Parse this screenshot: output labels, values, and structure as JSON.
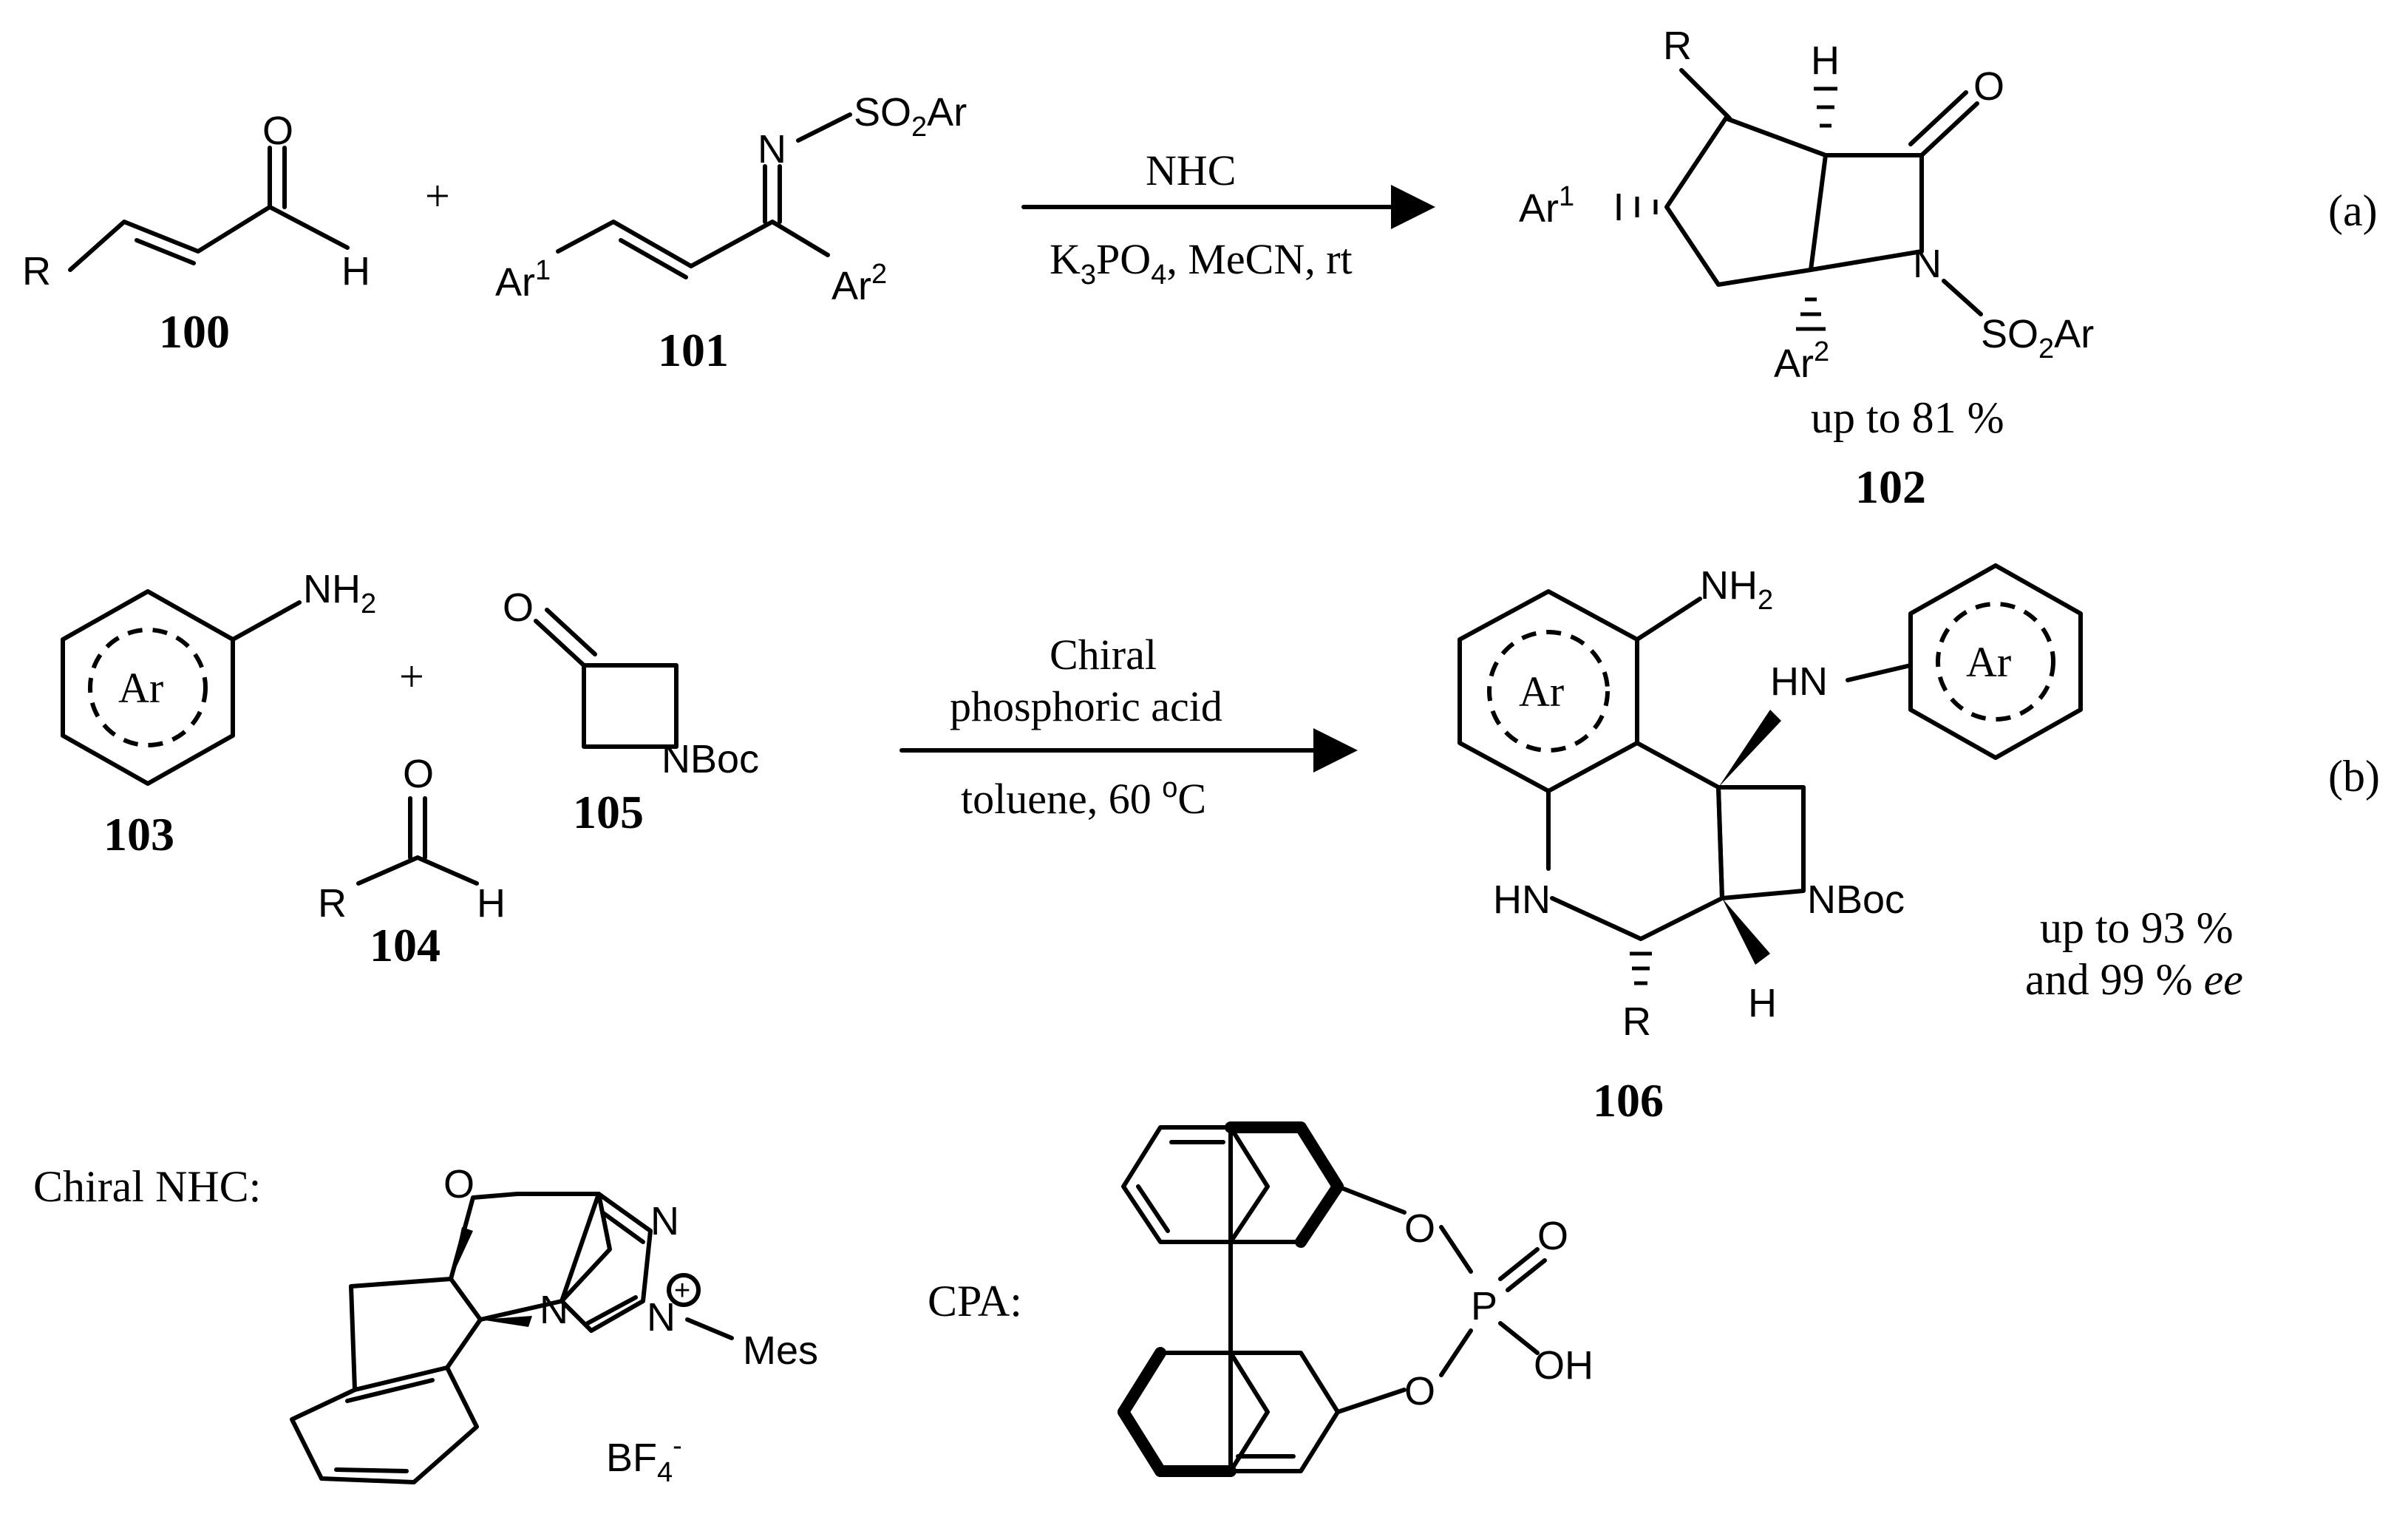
{
  "reaction_a": {
    "reactant_1": {
      "label": "100",
      "atoms": {
        "r": "R",
        "o": "O",
        "h": "H"
      }
    },
    "plus": "+",
    "reactant_2": {
      "label": "101",
      "atoms": {
        "n": "N",
        "so2ar": "SO",
        "so2ar_sub": "2",
        "so2ar_tail": "Ar",
        "ar1": "Ar",
        "ar1_sup": "1",
        "ar2": "Ar",
        "ar2_sup": "2"
      }
    },
    "arrow_above": "NHC",
    "arrow_below": "K",
    "arrow_below_sub1": "3",
    "arrow_below_mid": "PO",
    "arrow_below_sub2": "4",
    "arrow_below_tail": ", MeCN, rt",
    "product": {
      "label": "102",
      "yield": "up to 81 %",
      "atoms": {
        "r": "R",
        "h": "H",
        "o": "O",
        "ar1": "Ar",
        "ar1_sup": "1",
        "n": "N",
        "ar2": "Ar",
        "ar2_sup": "2",
        "so2ar": "SO",
        "so2ar_sub": "2",
        "so2ar_tail": "Ar"
      }
    },
    "tag": "(a)"
  },
  "reaction_b": {
    "reactant_1": {
      "label": "103",
      "ring": "Ar",
      "nh2": "NH",
      "nh2_sub": "2"
    },
    "plus": "+",
    "reactant_2": {
      "label": "104",
      "atoms": {
        "o": "O",
        "r": "R",
        "h": "H"
      }
    },
    "reactant_3": {
      "label": "105",
      "atoms": {
        "o": "O",
        "nboc": "NBoc"
      }
    },
    "arrow_above_1": "Chiral",
    "arrow_above_2": "phosphoric acid",
    "arrow_below": "toluene, 60 ",
    "arrow_below_sup": "o",
    "arrow_below_tail": "C",
    "product": {
      "label": "106",
      "yield_1": "up to 93 %",
      "yield_2": "and 99 % ",
      "yield_2_it": "ee",
      "atoms": {
        "ring1": "Ar",
        "ring2": "Ar",
        "nh2": "NH",
        "nh2_sub": "2",
        "hn_top": "HN",
        "hn_left": "HN",
        "nboc": "NBoc",
        "r": "R",
        "h": "H"
      }
    },
    "tag": "(b)"
  },
  "catalysts": {
    "nhc": {
      "caption": "Chiral NHC:",
      "atoms": {
        "o": "O",
        "n1": "N",
        "n2": "N",
        "n3": "N",
        "plus": "+",
        "mes": "Mes",
        "bf4": "BF",
        "bf4_sub": "4",
        "bf4_sup": "-"
      }
    },
    "cpa": {
      "caption": "CPA:",
      "atoms": {
        "o1": "O",
        "o2": "O",
        "p": "P",
        "o3": "O",
        "oh": "OH"
      }
    }
  }
}
